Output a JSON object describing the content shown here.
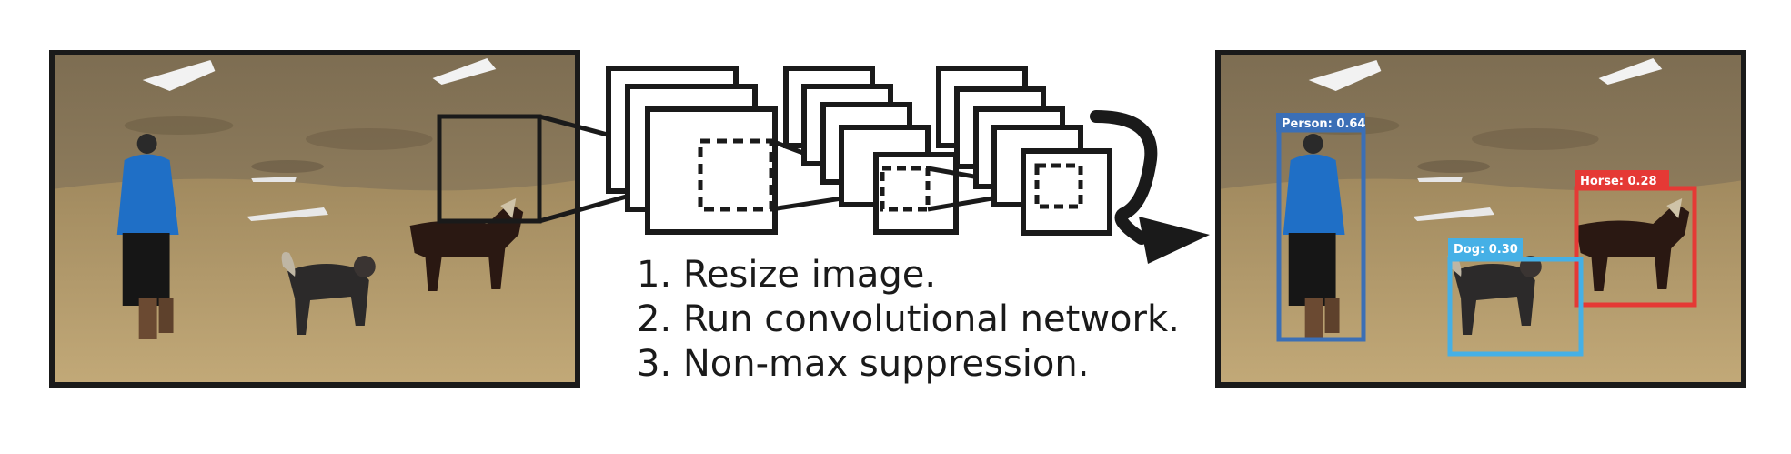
{
  "steps": [
    "1. Resize image.",
    "2. Run convolutional network.",
    "3. Non-max suppression."
  ],
  "detections": [
    {
      "label": "Person: 0.64",
      "color": "#3b6fb6"
    },
    {
      "label": "Horse: 0.28",
      "color": "#e53935"
    },
    {
      "label": "Dog: 0.30",
      "color": "#45b0e6"
    }
  ],
  "colors": {
    "frame": "#1a1a1a",
    "sky_hill": "#8a7a5c",
    "field": "#b39b6c",
    "jacket": "#1f6fc6"
  }
}
